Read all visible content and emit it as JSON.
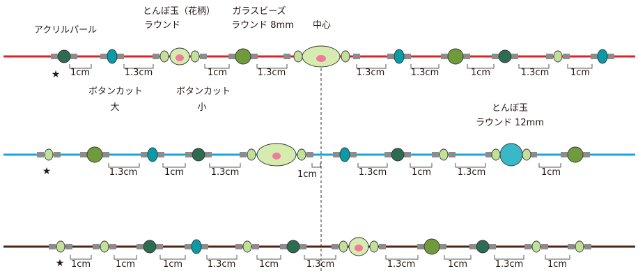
{
  "labels": {
    "acrylic_pearl": "アクリルパール",
    "tombodama_flower_l1": "とんぼ玉（花柄）",
    "tombodama_flower_l2": "ラウンド",
    "glass_beads_l1": "ガラスビーズ",
    "glass_beads_l2": "ラウンド 8mm",
    "center": "中心",
    "button_cut_large_l1": "ボタンカット",
    "button_cut_large_l2": "大",
    "button_cut_small_l1": "ボタンカット",
    "button_cut_small_l2": "小",
    "tombodama_12_l1": "とんぼ玉",
    "tombodama_12_l2": "ラウンド 12mm",
    "star": "★"
  },
  "colors": {
    "strand1": "#d7262b",
    "strand2": "#1aa3d9",
    "strand3": "#4a2616",
    "spacer": "#8c8c8c",
    "dark_green": "#2d6b52",
    "olive_green": "#6f9b3c",
    "teal": "#0a9aa8",
    "light_green": "#c3e09a",
    "pale_green": "#d6ebb0",
    "cyan_bead": "#39b8c8",
    "pink_flower": "#f07c9a"
  },
  "strand1_dims": [
    "1cm",
    "1.3cm",
    "1cm",
    "1.3cm",
    "1.3cm",
    "1.3cm",
    "1cm",
    "1.3cm",
    "1cm"
  ],
  "strand2_dims": [
    "1.3cm",
    "1cm",
    "1.3cm",
    "1cm",
    "1.3cm",
    "1cm",
    "1.3cm",
    "1cm"
  ],
  "strand3_dims": [
    "1cm",
    "1cm",
    "1cm",
    "1.3cm",
    "1cm",
    "1.3cm",
    "1.3cm",
    "1cm",
    "1.3cm",
    "1cm"
  ]
}
